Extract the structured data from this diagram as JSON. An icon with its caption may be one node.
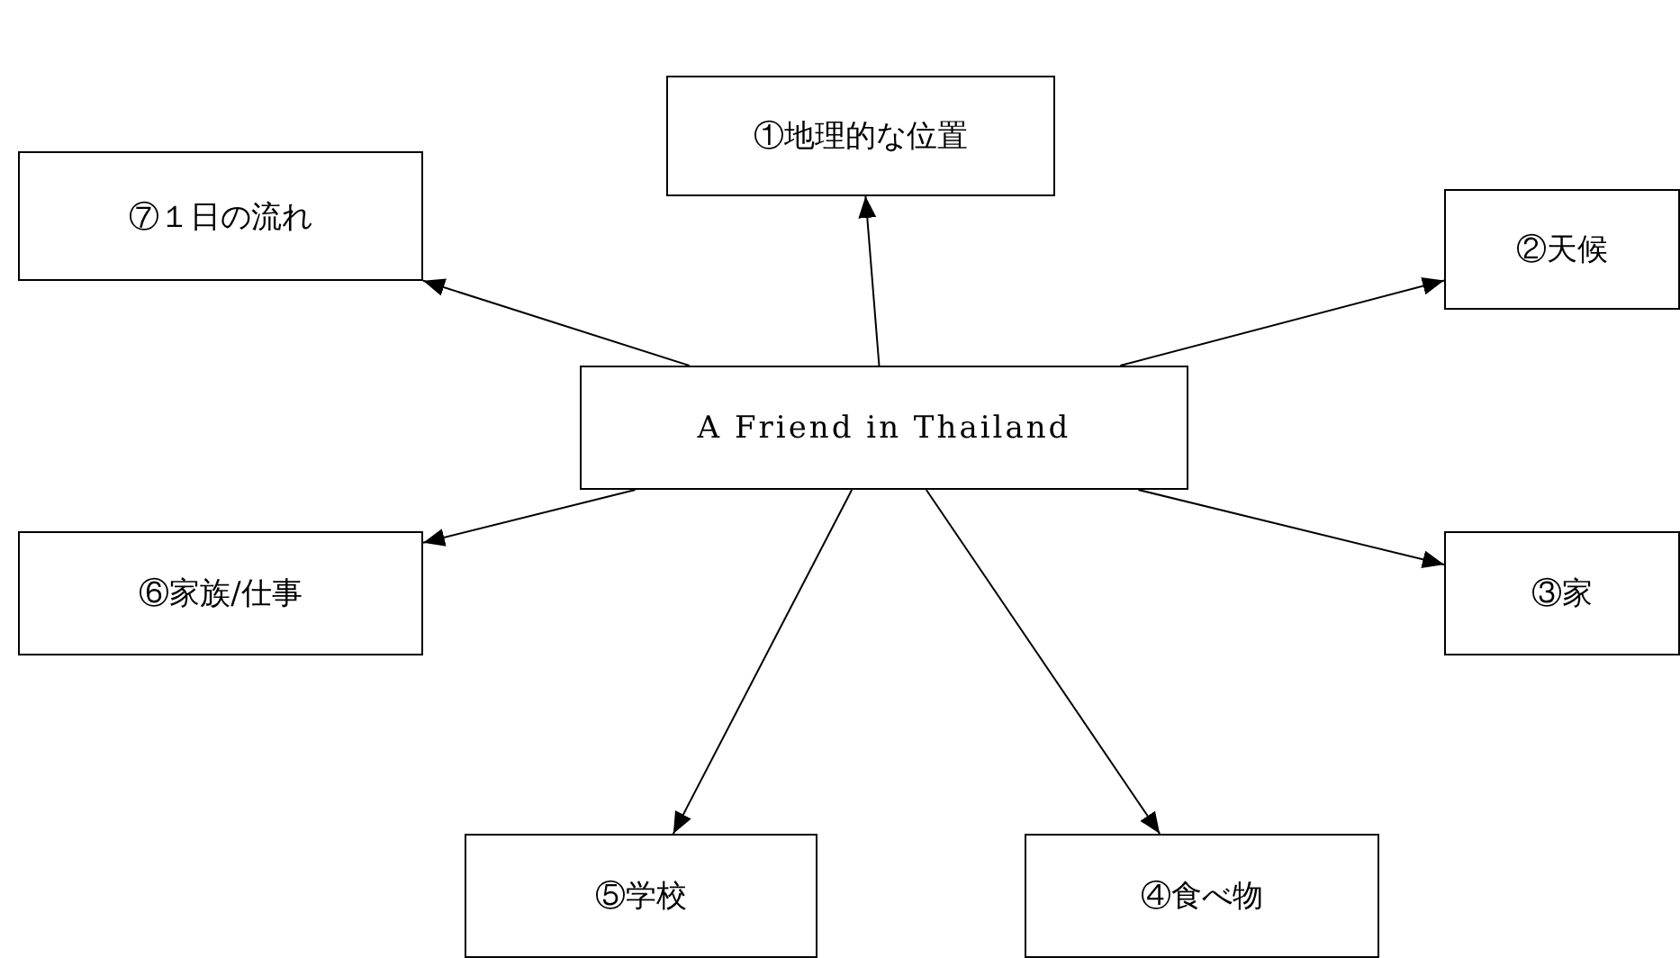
{
  "diagram": {
    "nodes": [
      {
        "text": [
          "A Friend in Thailand"
        ]
      },
      {
        "text": [
          "①地理的な位置"
        ]
      },
      {
        "text": [
          "②天候"
        ]
      },
      {
        "text": [
          "③家"
        ]
      },
      {
        "text": [
          "④食べ物"
        ]
      },
      {
        "text": [
          "⑤学校"
        ]
      },
      {
        "text": [
          "⑥家族/仕事"
        ]
      },
      {
        "text": [
          "⑦１日の流れ"
        ]
      }
    ],
    "edges": [
      {
        "from": 0,
        "to": 1,
        "arrow": "to"
      },
      {
        "from": 0,
        "to": 2,
        "arrow": "to"
      },
      {
        "from": 0,
        "to": 3,
        "arrow": "to"
      },
      {
        "from": 0,
        "to": 4,
        "arrow": "to"
      },
      {
        "from": 0,
        "to": 5,
        "arrow": "to"
      },
      {
        "from": 0,
        "to": 6,
        "arrow": "to"
      },
      {
        "from": 0,
        "to": 7,
        "arrow": "to"
      }
    ]
  }
}
